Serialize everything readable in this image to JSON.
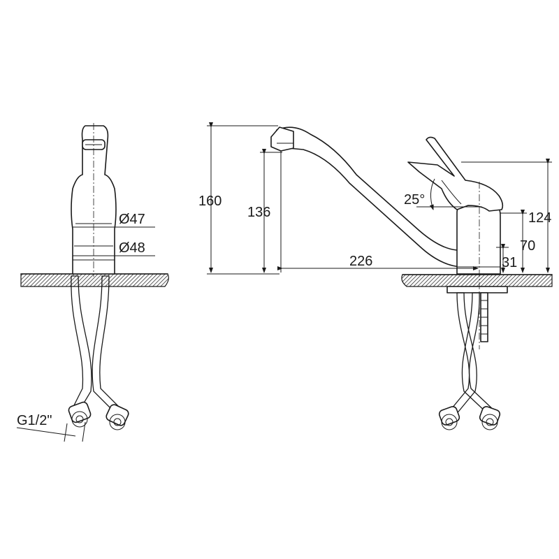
{
  "labels": {
    "dia_upper": "Ø47",
    "dia_lower": "Ø48",
    "thread": "G1/2\"",
    "height_total": "160",
    "height_spout": "136",
    "reach": "226",
    "angle": "25°",
    "height_lever": "124",
    "height_body": "70",
    "height_base": "31"
  }
}
